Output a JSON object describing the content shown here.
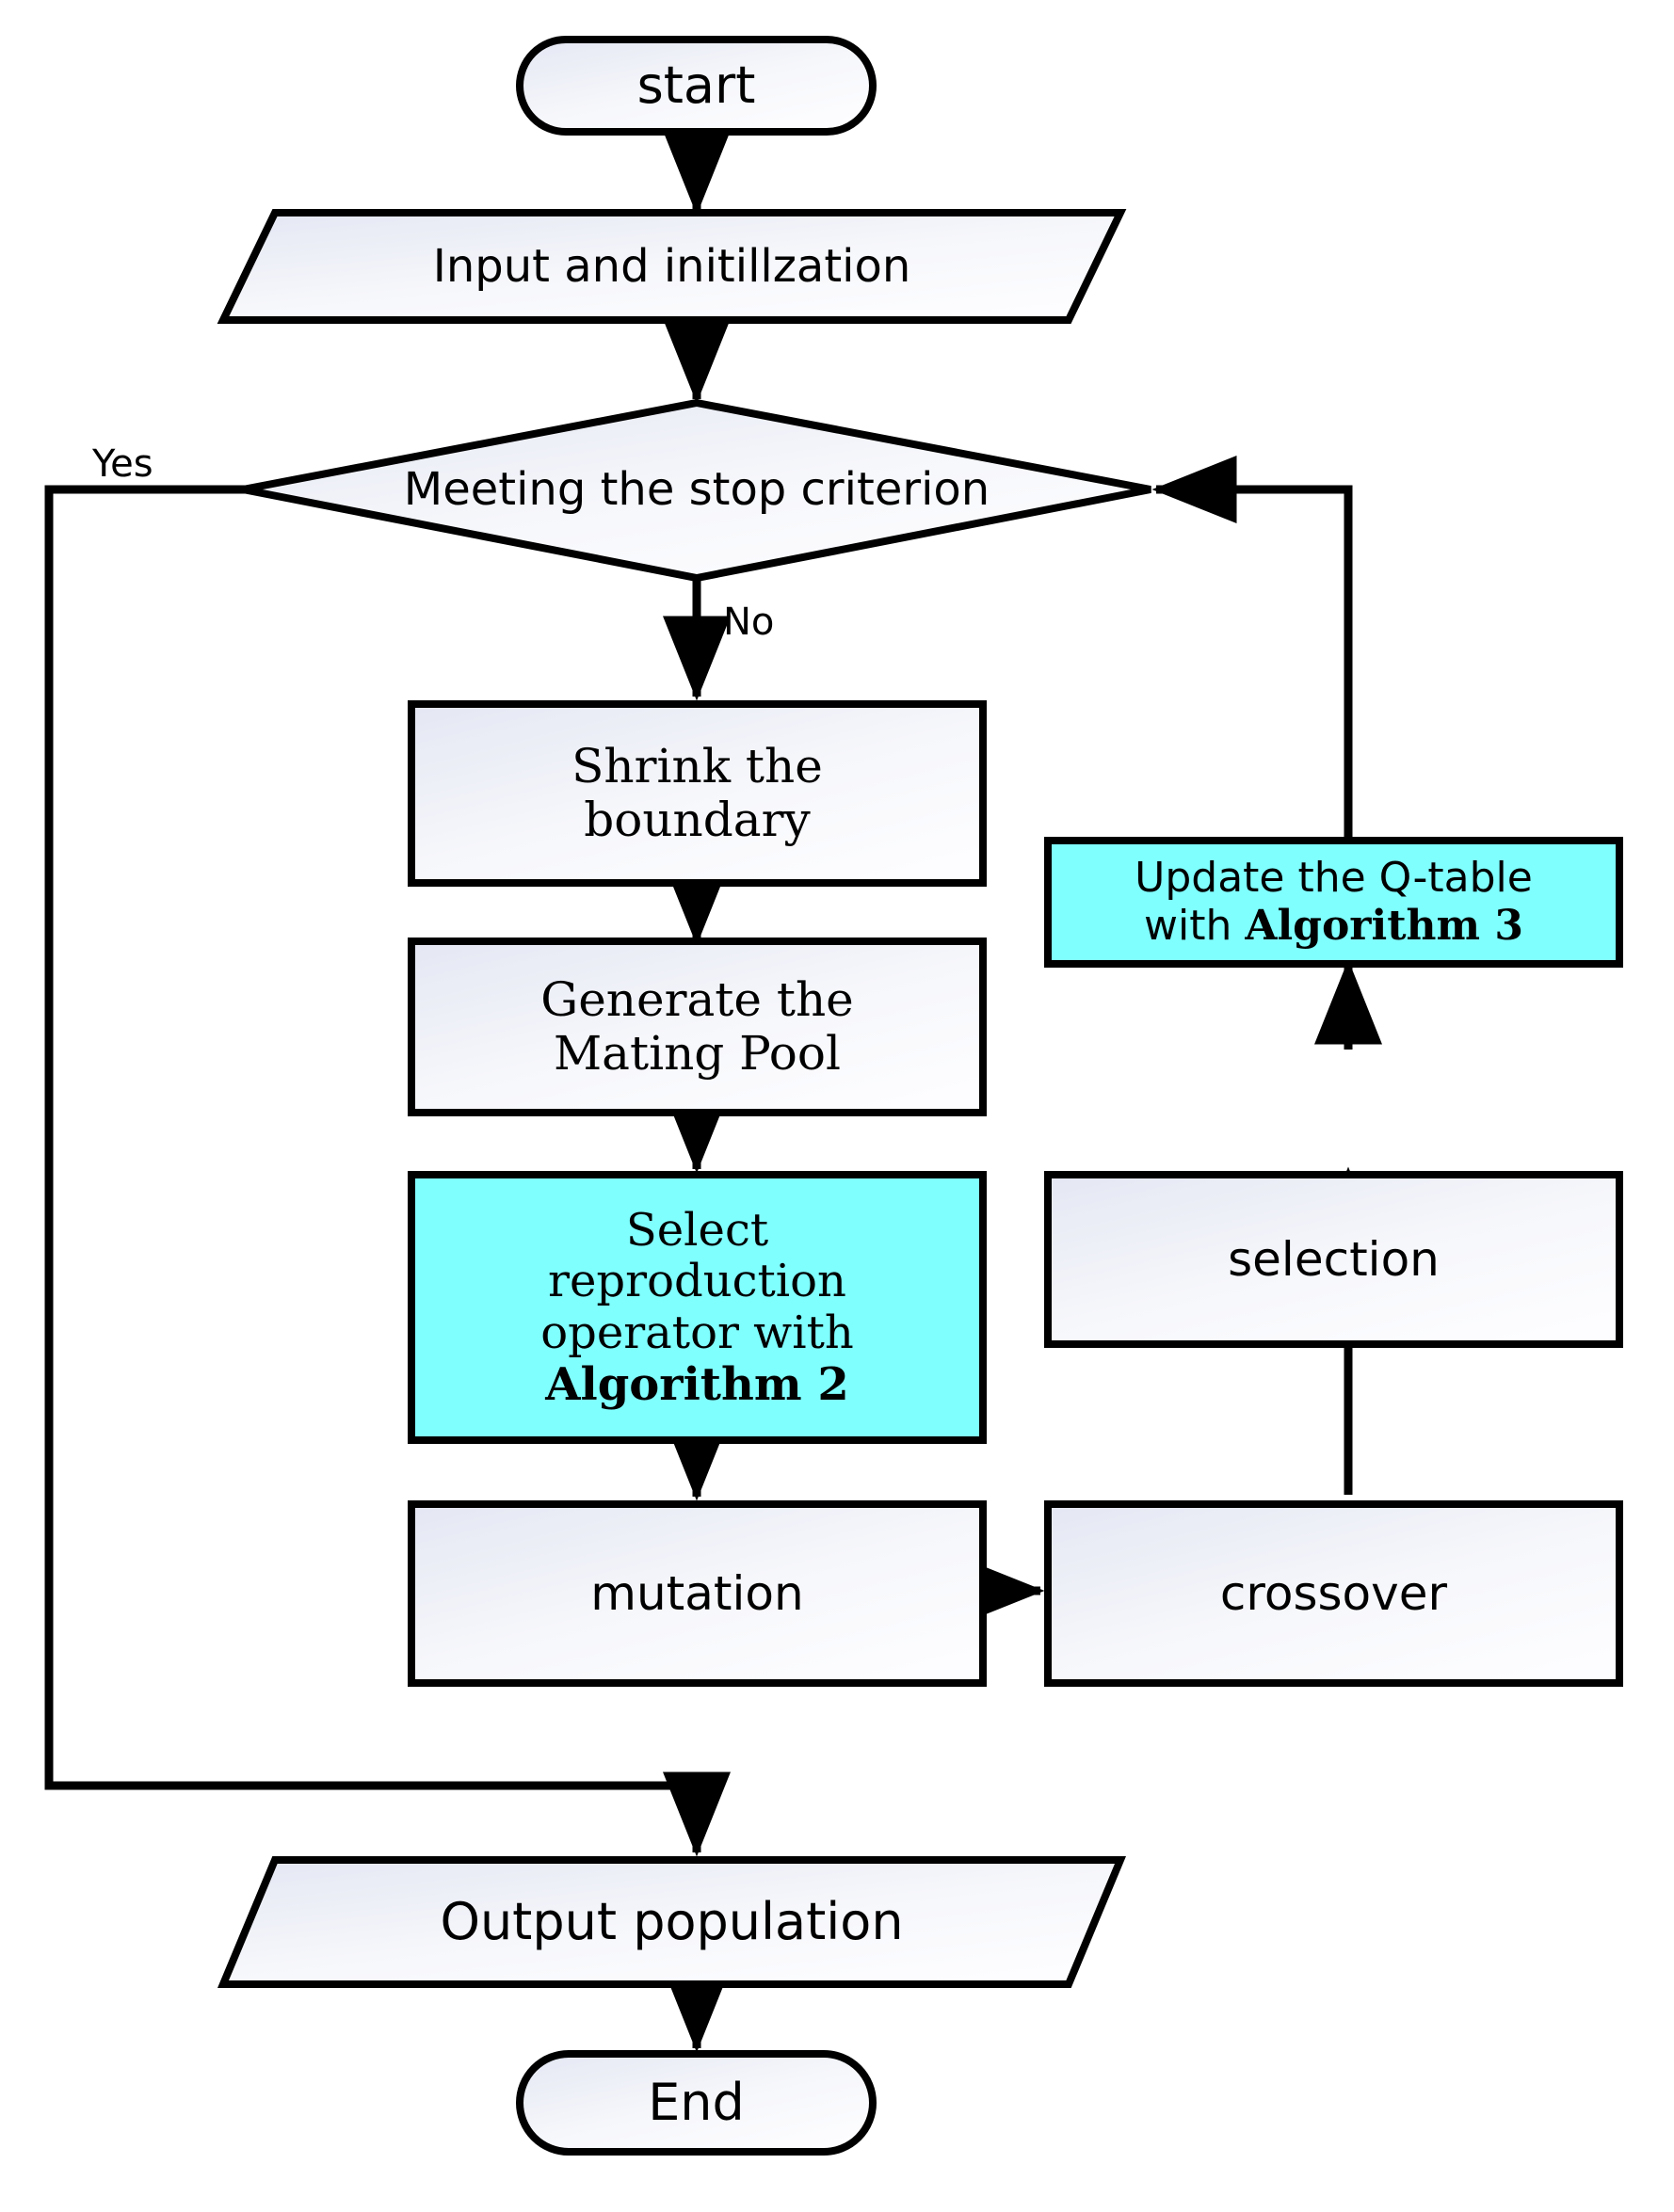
{
  "diagram": {
    "title": "Algorithm flowchart",
    "colors": {
      "highlight_fill": "#80FFFF",
      "node_fill_light": "#E8EAF4",
      "node_fill_white": "#FBFCFE",
      "stroke": "#000000",
      "background": "#FFFFFF"
    },
    "nodes": {
      "start": {
        "label": "start",
        "shape": "stadium",
        "fill": "#F4F5FA"
      },
      "input": {
        "label": "Input and initillzation",
        "shape": "parallelogram",
        "fill": "#F4F5FA"
      },
      "decision": {
        "label": "Meeting the stop criterion",
        "shape": "diamond",
        "fill": "#F4F5FA"
      },
      "shrink": {
        "label": "Shrink the\nboundary",
        "shape": "rect",
        "fill": "#F4F5FA"
      },
      "mating": {
        "label": "Generate the\nMating Pool",
        "shape": "rect",
        "fill": "#F4F5FA"
      },
      "select_operator": {
        "line1": "Select",
        "line2": "reproduction",
        "line3": "operator with",
        "line4": "Algorithm 2",
        "shape": "rect",
        "fill": "#80FFFF"
      },
      "mutation": {
        "label": "mutation",
        "shape": "rect",
        "fill": "#F4F5FA"
      },
      "crossover": {
        "label": "crossover",
        "shape": "rect",
        "fill": "#F4F5FA"
      },
      "selection": {
        "label": "selection",
        "shape": "rect",
        "fill": "#F4F5FA"
      },
      "update_qtable": {
        "line1": "Update the Q-table",
        "line2_prefix": "with ",
        "line2_bold": "Algorithm 3",
        "shape": "rect",
        "fill": "#80FFFF"
      },
      "output": {
        "label": "Output population",
        "shape": "parallelogram",
        "fill": "#F4F5FA"
      },
      "end": {
        "label": "End",
        "shape": "stadium",
        "fill": "#F4F5FA"
      }
    },
    "edge_labels": {
      "yes": "Yes",
      "no": "No"
    }
  }
}
